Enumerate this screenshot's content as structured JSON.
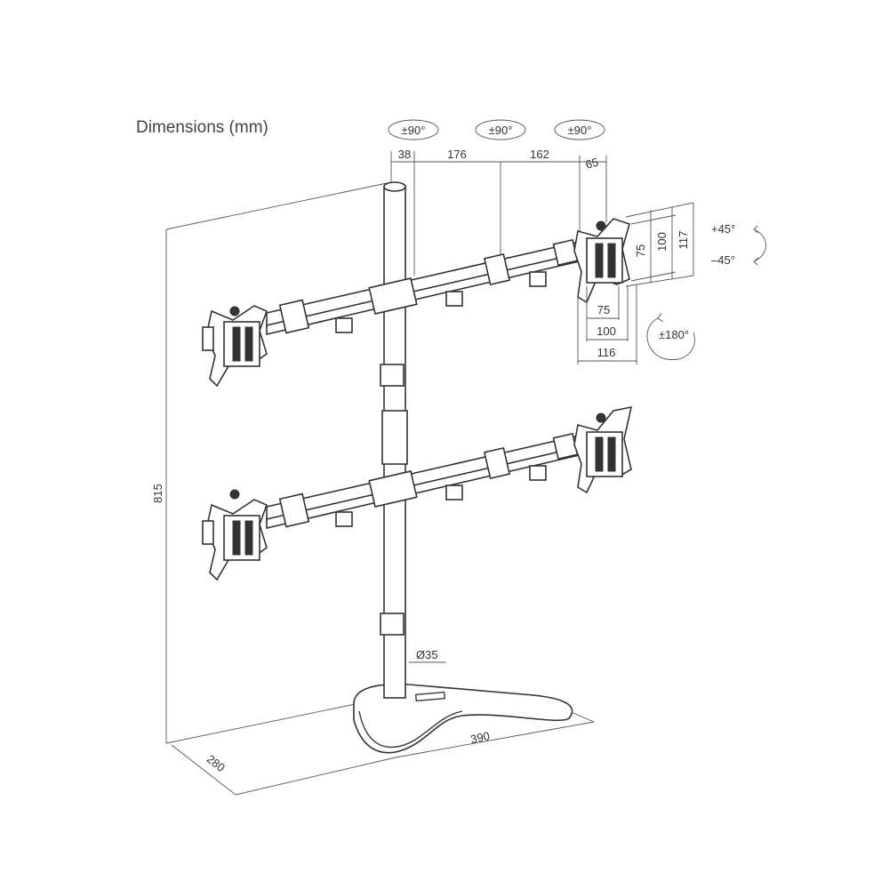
{
  "title": "Dimensions (mm)",
  "rotation_labels": [
    "±90°",
    "±90°",
    "±90°"
  ],
  "dimensions": {
    "seg_38": "38",
    "seg_176": "176",
    "seg_162": "162",
    "seg_65": "65",
    "height": "815",
    "depth": "280",
    "width": "390",
    "pole_diameter": "Ø35"
  },
  "vesa": {
    "h_75": "75",
    "h_100": "100",
    "h_116": "116",
    "v_75": "75",
    "v_100": "100",
    "v_117": "117"
  },
  "tilt": {
    "up": "+45°",
    "down": "–45°"
  },
  "rotation": "±180°"
}
